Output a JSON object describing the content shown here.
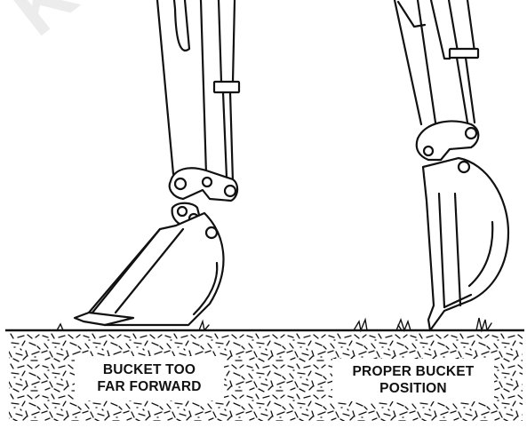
{
  "diagram": {
    "left_caption": [
      "BUCKET TOO",
      "FAR FORWARD"
    ],
    "right_caption": [
      "PROPER BUCKET",
      "POSITION"
    ],
    "watermark_text": "Ket Pu",
    "colors": {
      "ink": "#111111",
      "background": "#ffffff"
    },
    "icons": [
      "excavator-arm-icon",
      "excavator-bucket-icon",
      "grass-tuft-icon",
      "soil-texture"
    ]
  }
}
